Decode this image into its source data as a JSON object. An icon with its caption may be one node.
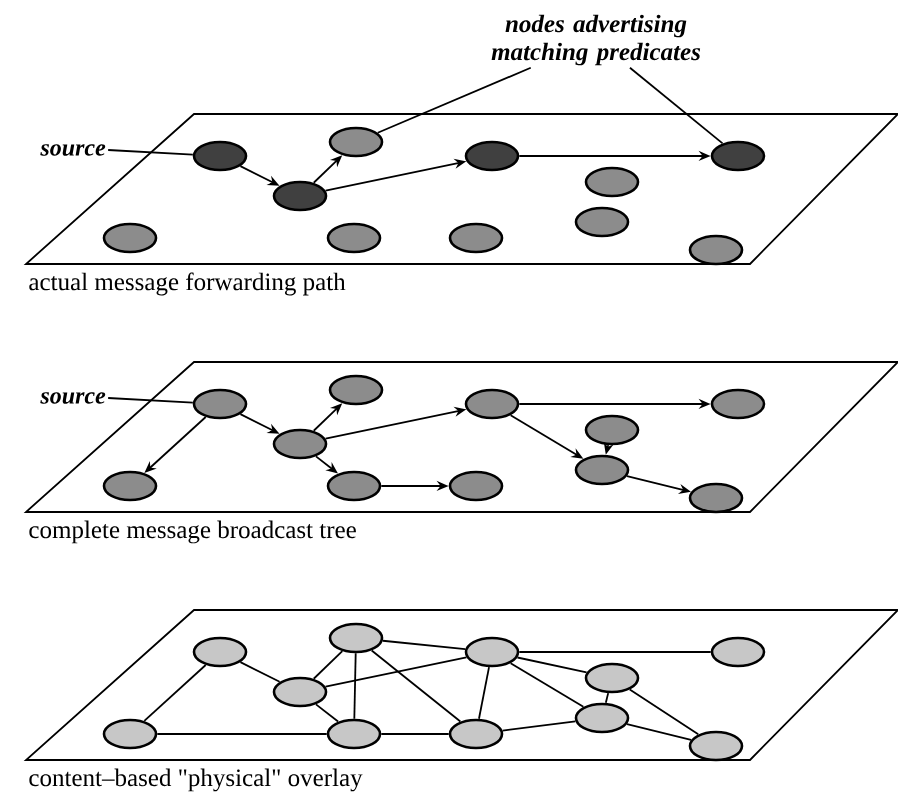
{
  "diagram": {
    "nodes": [
      {
        "text": [
          "nodes advertising matching predicates"
        ]
      },
      {
        "text": [
          "source"
        ]
      },
      {
        "text": [
          "actual message forwarding path"
        ]
      },
      {
        "text": [],
        "shape": "ellipse",
        "in": 2
      },
      {
        "text": [],
        "shape": "ellipse",
        "in": 2
      },
      {
        "text": [],
        "shape": "ellipse",
        "in": 2
      },
      {
        "text": [],
        "shape": "ellipse",
        "in": 2
      },
      {
        "text": [],
        "shape": "ellipse",
        "in": 2
      },
      {
        "text": [],
        "shape": "ellipse",
        "in": 2
      },
      {
        "text": [],
        "shape": "ellipse",
        "in": 2
      },
      {
        "text": [],
        "shape": "ellipse",
        "in": 2
      },
      {
        "text": [],
        "shape": "ellipse",
        "in": 2
      },
      {
        "text": [],
        "shape": "ellipse",
        "in": 2
      },
      {
        "text": [],
        "shape": "ellipse",
        "in": 2
      },
      {
        "text": [
          "source"
        ]
      },
      {
        "text": [
          "complete message broadcast tree"
        ]
      },
      {
        "text": [],
        "shape": "ellipse",
        "in": 15
      },
      {
        "text": [],
        "shape": "ellipse",
        "in": 15
      },
      {
        "text": [],
        "shape": "ellipse",
        "in": 15
      },
      {
        "text": [],
        "shape": "ellipse",
        "in": 15
      },
      {
        "text": [],
        "shape": "ellipse",
        "in": 15
      },
      {
        "text": [],
        "shape": "ellipse",
        "in": 15
      },
      {
        "text": [],
        "shape": "ellipse",
        "in": 15
      },
      {
        "text": [],
        "shape": "ellipse",
        "in": 15
      },
      {
        "text": [],
        "shape": "ellipse",
        "in": 15
      },
      {
        "text": [],
        "shape": "ellipse",
        "in": 15
      },
      {
        "text": [],
        "shape": "ellipse",
        "in": 15
      },
      {
        "text": [
          "content–based \"physical\" overlay"
        ]
      },
      {
        "text": [],
        "shape": "ellipse",
        "in": 27
      },
      {
        "text": [],
        "shape": "ellipse",
        "in": 27
      },
      {
        "text": [],
        "shape": "ellipse",
        "in": 27
      },
      {
        "text": [],
        "shape": "ellipse",
        "in": 27
      },
      {
        "text": [],
        "shape": "ellipse",
        "in": 27
      },
      {
        "text": [],
        "shape": "ellipse",
        "in": 27
      },
      {
        "text": [],
        "shape": "ellipse",
        "in": 27
      },
      {
        "text": [],
        "shape": "ellipse",
        "in": 27
      },
      {
        "text": [],
        "shape": "ellipse",
        "in": 27
      },
      {
        "text": [],
        "shape": "ellipse",
        "in": 27
      },
      {
        "text": [],
        "shape": "ellipse",
        "in": 27
      }
    ],
    "edges": [
      {
        "from": 1,
        "to": 3,
        "arrow": "none"
      },
      {
        "from": 0,
        "to": 5,
        "arrow": "none"
      },
      {
        "from": 0,
        "to": 7,
        "arrow": "none"
      },
      {
        "from": 3,
        "to": 4,
        "arrow": "to"
      },
      {
        "from": 4,
        "to": 5,
        "arrow": "to"
      },
      {
        "from": 4,
        "to": 6,
        "arrow": "to"
      },
      {
        "from": 6,
        "to": 7,
        "arrow": "to"
      },
      {
        "from": 14,
        "to": 16,
        "arrow": "none"
      },
      {
        "from": 16,
        "to": 17,
        "arrow": "to"
      },
      {
        "from": 16,
        "to": 23,
        "arrow": "to"
      },
      {
        "from": 17,
        "to": 18,
        "arrow": "to"
      },
      {
        "from": 17,
        "to": 24,
        "arrow": "to"
      },
      {
        "from": 17,
        "to": 19,
        "arrow": "to"
      },
      {
        "from": 19,
        "to": 20,
        "arrow": "to"
      },
      {
        "from": 19,
        "to": 22,
        "arrow": "to"
      },
      {
        "from": 21,
        "to": 22,
        "arrow": "to"
      },
      {
        "from": 22,
        "to": 26,
        "arrow": "to"
      },
      {
        "from": 24,
        "to": 25,
        "arrow": "to"
      },
      {
        "from": 28,
        "to": 29,
        "arrow": "none"
      },
      {
        "from": 28,
        "to": 35,
        "arrow": "none"
      },
      {
        "from": 35,
        "to": 36,
        "arrow": "none"
      },
      {
        "from": 29,
        "to": 30,
        "arrow": "none"
      },
      {
        "from": 29,
        "to": 36,
        "arrow": "none"
      },
      {
        "from": 29,
        "to": 31,
        "arrow": "none"
      },
      {
        "from": 30,
        "to": 36,
        "arrow": "none"
      },
      {
        "from": 30,
        "to": 31,
        "arrow": "none"
      },
      {
        "from": 30,
        "to": 37,
        "arrow": "none"
      },
      {
        "from": 31,
        "to": 32,
        "arrow": "none"
      },
      {
        "from": 31,
        "to": 37,
        "arrow": "none"
      },
      {
        "from": 31,
        "to": 33,
        "arrow": "none"
      },
      {
        "from": 31,
        "to": 34,
        "arrow": "none"
      },
      {
        "from": 33,
        "to": 34,
        "arrow": "none"
      },
      {
        "from": 33,
        "to": 38,
        "arrow": "none"
      },
      {
        "from": 34,
        "to": 38,
        "arrow": "none"
      },
      {
        "from": 37,
        "to": 34,
        "arrow": "none"
      },
      {
        "from": 36,
        "to": 37,
        "arrow": "none"
      }
    ]
  }
}
